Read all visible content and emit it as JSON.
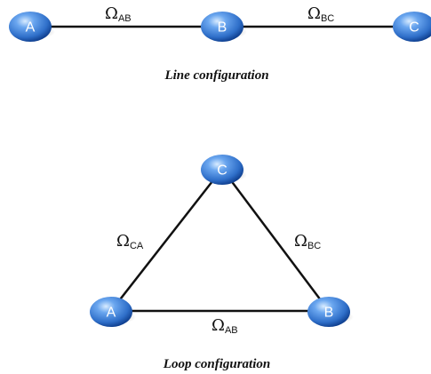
{
  "line_configuration": {
    "caption": "Line configuration",
    "nodes": {
      "a": "A",
      "b": "B",
      "c": "C"
    },
    "edges": {
      "ab": {
        "symbol": "Ω",
        "sub": "AB"
      },
      "bc": {
        "symbol": "Ω",
        "sub": "BC"
      }
    }
  },
  "loop_configuration": {
    "caption": "Loop configuration",
    "nodes": {
      "a": "A",
      "b": "B",
      "c": "C"
    },
    "edges": {
      "ca": {
        "symbol": "Ω",
        "sub": "CA"
      },
      "bc": {
        "symbol": "Ω",
        "sub": "BC"
      },
      "ab": {
        "symbol": "Ω",
        "sub": "AB"
      }
    }
  },
  "colors": {
    "node_fill": "#3b7fd8",
    "node_dark": "#0f3f8f",
    "edge": "#111111"
  }
}
